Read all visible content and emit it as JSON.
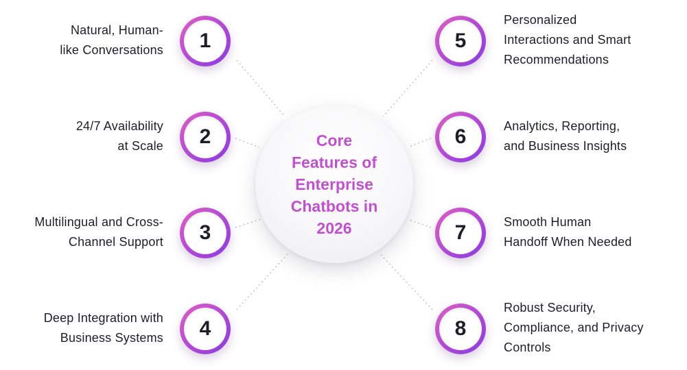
{
  "center": {
    "title_lines": [
      "Core",
      "Features of",
      "Enterprise",
      "Chatbots in",
      "2026"
    ]
  },
  "features": [
    {
      "number": "1",
      "lines": [
        "Natural, Human-",
        "like Conversations"
      ]
    },
    {
      "number": "2",
      "lines": [
        "24/7 Availability",
        "at Scale"
      ]
    },
    {
      "number": "3",
      "lines": [
        "Multilingual and Cross-",
        "Channel Support"
      ]
    },
    {
      "number": "4",
      "lines": [
        "Deep Integration with",
        "Business Systems"
      ]
    },
    {
      "number": "5",
      "lines": [
        "Personalized",
        "Interactions and Smart",
        "Recommendations"
      ]
    },
    {
      "number": "6",
      "lines": [
        "Analytics, Reporting,",
        "and Business Insights"
      ]
    },
    {
      "number": "7",
      "lines": [
        "Smooth Human",
        "Handoff When Needed"
      ]
    },
    {
      "number": "8",
      "lines": [
        "Robust Security,",
        "Compliance, and Privacy",
        "Controls"
      ]
    }
  ],
  "colors": {
    "accent": "#c24fd0",
    "ring_start": "#e05fc3",
    "ring_end": "#8a3ae0",
    "text": "#1e1e2a",
    "connector": "#b9b9c2"
  }
}
